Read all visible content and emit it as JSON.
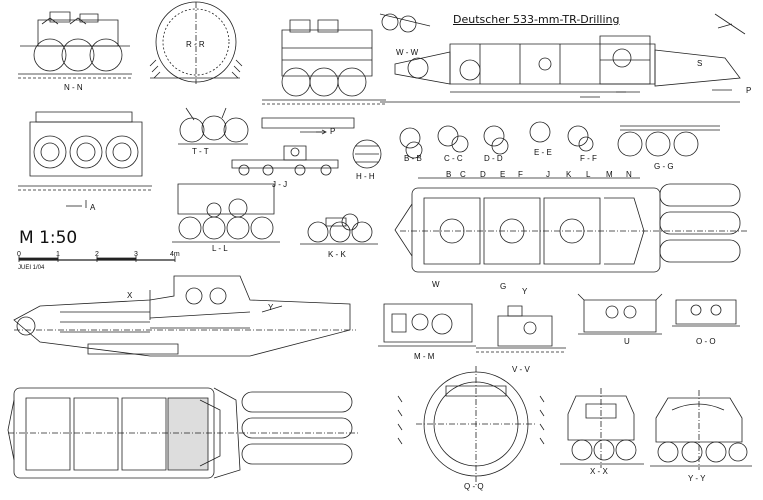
{
  "title": "Deutscher 533-mm-TR-Drilling",
  "scale": {
    "label": "M 1:50",
    "ticks": [
      "0",
      "1",
      "2",
      "3",
      "4m"
    ],
    "author": "JUEI 1/04"
  },
  "section_labels": {
    "n_n": "N - N",
    "r_r": "R - R",
    "w_w": "W - W",
    "s": "S",
    "p_top": "P",
    "t_t": "T - T",
    "p_mid": "P",
    "a": "A",
    "b_b": "B - B",
    "c_c": "C - C",
    "d_d": "D - D",
    "e_e": "E - E",
    "f_f": "F - F",
    "g_g": "G - G",
    "h_h": "H - H",
    "j_j": "J - J",
    "l_l": "L - L",
    "k_k": "K - K",
    "x": "X",
    "y": "Y",
    "m_m": "M - M",
    "v_v": "V - V",
    "u": "U",
    "o_o": "O - O",
    "q_q": "Q - Q",
    "x_x": "X - X",
    "y_y": "Y - Y"
  },
  "plan_markers": [
    "B",
    "C",
    "D",
    "E",
    "F",
    "J",
    "K",
    "L",
    "M",
    "N",
    "W",
    "G",
    "Y"
  ]
}
